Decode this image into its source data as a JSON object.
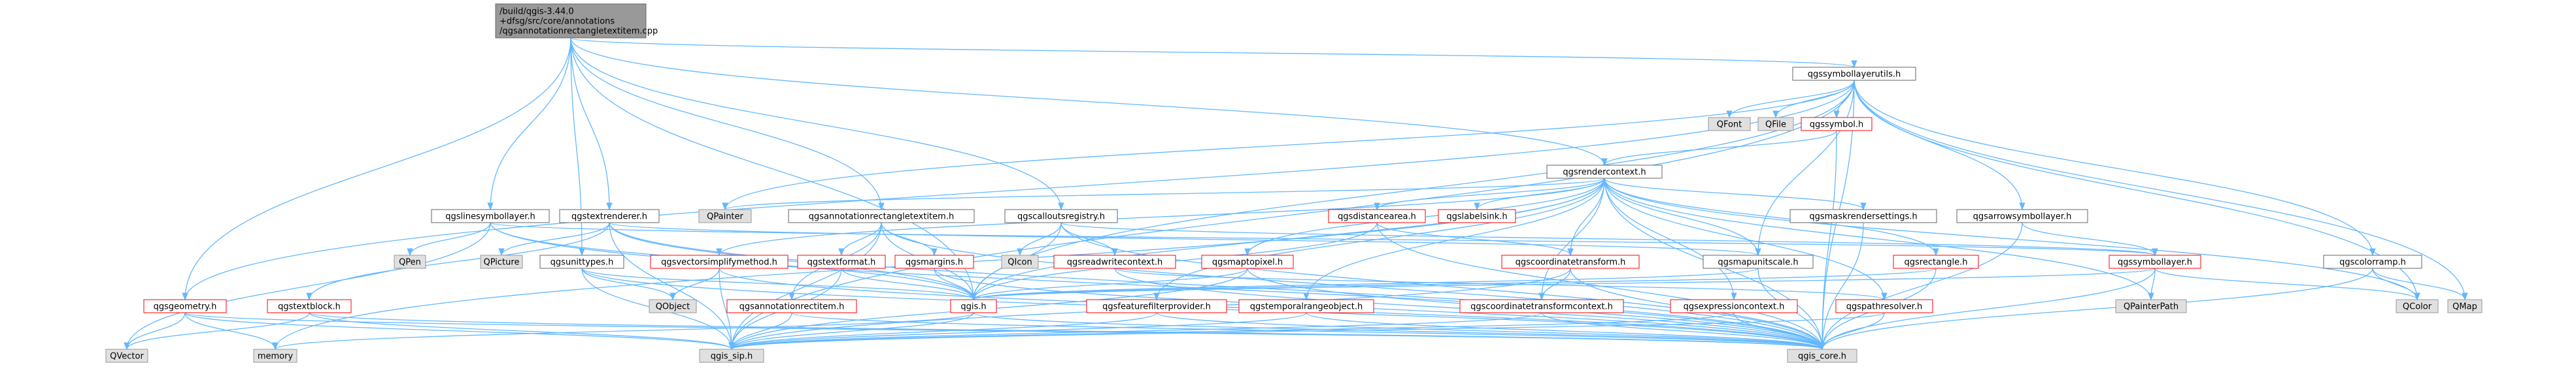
{
  "colors": {
    "edge": "#63b8ff",
    "root_fill": "#999999",
    "root_border": "#666666",
    "doc_fill": "#ffffff",
    "doc_border": "#666666",
    "undoc_fill": "#ffffff",
    "undoc_border": "#ff0000",
    "ext_fill": "#e0e0e0",
    "ext_border": "#999999",
    "text": "#000000"
  },
  "nodes": [
    {
      "id": "root",
      "type": "root",
      "lines": [
        "/build/qgis-3.44.0",
        "+dfsg/src/core/annotations",
        "/qgsannotationrectangletextitem.cpp"
      ]
    },
    {
      "id": "symbollayerutils",
      "type": "doc",
      "lines": [
        "qgssymbollayerutils.h"
      ]
    },
    {
      "id": "QFont",
      "type": "ext",
      "lines": [
        "QFont"
      ]
    },
    {
      "id": "QFile",
      "type": "ext",
      "lines": [
        "QFile"
      ]
    },
    {
      "id": "symbol",
      "type": "undoc",
      "lines": [
        "qgssymbol.h"
      ]
    },
    {
      "id": "rendercontext",
      "type": "doc",
      "lines": [
        "qgsrendercontext.h"
      ]
    },
    {
      "id": "QPainter",
      "type": "ext",
      "lines": [
        "QPainter"
      ]
    },
    {
      "id": "linesymbollayer",
      "type": "doc",
      "lines": [
        "qgslinesymbollayer.h"
      ]
    },
    {
      "id": "textrenderer",
      "type": "doc",
      "lines": [
        "qgstextrenderer.h"
      ]
    },
    {
      "id": "annotrecttextitem",
      "type": "doc",
      "lines": [
        "qgsannotationrectangletextitem.h"
      ]
    },
    {
      "id": "calloutsregistry",
      "type": "doc",
      "lines": [
        "qgscalloutsregistry.h"
      ]
    },
    {
      "id": "distancearea",
      "type": "undoc",
      "lines": [
        "qgsdistancearea.h"
      ]
    },
    {
      "id": "labelsink",
      "type": "undoc",
      "lines": [
        "qgslabelsink.h"
      ]
    },
    {
      "id": "maskrendersettings",
      "type": "doc",
      "lines": [
        "qgsmaskrendersettings.h"
      ]
    },
    {
      "id": "arrowsymbollayer",
      "type": "doc",
      "lines": [
        "qgsarrowsymbollayer.h"
      ]
    },
    {
      "id": "QPen",
      "type": "ext",
      "lines": [
        "QPen"
      ]
    },
    {
      "id": "QPicture",
      "type": "ext",
      "lines": [
        "QPicture"
      ]
    },
    {
      "id": "unittypes",
      "type": "doc",
      "lines": [
        "qgsunittypes.h"
      ]
    },
    {
      "id": "vectorsimplify",
      "type": "undoc",
      "lines": [
        "qgsvectorsimplifymethod.h"
      ]
    },
    {
      "id": "textformat",
      "type": "undoc",
      "lines": [
        "qgstextformat.h"
      ]
    },
    {
      "id": "margins",
      "type": "undoc",
      "lines": [
        "qgsmargins.h"
      ]
    },
    {
      "id": "QIcon",
      "type": "ext",
      "lines": [
        "QIcon"
      ]
    },
    {
      "id": "readwritecontext",
      "type": "undoc",
      "lines": [
        "qgsreadwritecontext.h"
      ]
    },
    {
      "id": "maptopixel",
      "type": "undoc",
      "lines": [
        "qgsmaptopixel.h"
      ]
    },
    {
      "id": "coordtransform",
      "type": "undoc",
      "lines": [
        "qgscoordinatetransform.h"
      ]
    },
    {
      "id": "mapunitscale",
      "type": "doc",
      "lines": [
        "qgsmapunitscale.h"
      ]
    },
    {
      "id": "rectangle",
      "type": "undoc",
      "lines": [
        "qgsrectangle.h"
      ]
    },
    {
      "id": "symbollayer",
      "type": "undoc",
      "lines": [
        "qgssymbollayer.h"
      ]
    },
    {
      "id": "colorramp",
      "type": "doc",
      "lines": [
        "qgscolorramp.h"
      ]
    },
    {
      "id": "geometry",
      "type": "undoc",
      "lines": [
        "qgsgeometry.h"
      ]
    },
    {
      "id": "textblock",
      "type": "undoc",
      "lines": [
        "qgstextblock.h"
      ]
    },
    {
      "id": "QObject",
      "type": "ext",
      "lines": [
        "QObject"
      ]
    },
    {
      "id": "annotrectitem",
      "type": "undoc",
      "lines": [
        "qgsannotationrectitem.h"
      ]
    },
    {
      "id": "qgis",
      "type": "undoc",
      "lines": [
        "qgis.h"
      ]
    },
    {
      "id": "featurefilter",
      "type": "undoc",
      "lines": [
        "qgsfeaturefilterprovider.h"
      ]
    },
    {
      "id": "temporalrange",
      "type": "undoc",
      "lines": [
        "qgstemporalrangeobject.h"
      ]
    },
    {
      "id": "coordtransformctx",
      "type": "undoc",
      "lines": [
        "qgscoordinatetransformcontext.h"
      ]
    },
    {
      "id": "exprcontext",
      "type": "undoc",
      "lines": [
        "qgsexpressioncontext.h"
      ]
    },
    {
      "id": "pathresolver",
      "type": "undoc",
      "lines": [
        "qgspathresolver.h"
      ]
    },
    {
      "id": "QPainterPath",
      "type": "ext",
      "lines": [
        "QPainterPath"
      ]
    },
    {
      "id": "QColor",
      "type": "ext",
      "lines": [
        "QColor"
      ]
    },
    {
      "id": "QMap",
      "type": "ext",
      "lines": [
        "QMap"
      ]
    },
    {
      "id": "QVector",
      "type": "ext",
      "lines": [
        "QVector"
      ]
    },
    {
      "id": "memory",
      "type": "ext",
      "lines": [
        "memory"
      ]
    },
    {
      "id": "qgis_sip",
      "type": "ext",
      "lines": [
        "qgis_sip.h"
      ]
    },
    {
      "id": "qgis_core",
      "type": "ext",
      "lines": [
        "qgis_core.h"
      ]
    }
  ],
  "edges": [
    [
      "root",
      "symbollayerutils"
    ],
    [
      "root",
      "rendercontext"
    ],
    [
      "root",
      "linesymbollayer"
    ],
    [
      "root",
      "textrenderer"
    ],
    [
      "root",
      "annotrecttextitem"
    ],
    [
      "root",
      "calloutsregistry"
    ],
    [
      "root",
      "unittypes"
    ],
    [
      "root",
      "geometry"
    ],
    [
      "root",
      "qgis"
    ],
    [
      "symbollayerutils",
      "QFont"
    ],
    [
      "symbollayerutils",
      "QFile"
    ],
    [
      "symbollayerutils",
      "symbol"
    ],
    [
      "symbollayerutils",
      "QPainter"
    ],
    [
      "symbollayerutils",
      "arrowsymbollayer"
    ],
    [
      "symbollayerutils",
      "colorramp"
    ],
    [
      "symbollayerutils",
      "mapunitscale"
    ],
    [
      "symbollayerutils",
      "QColor"
    ],
    [
      "symbollayerutils",
      "QMap"
    ],
    [
      "symbollayerutils",
      "qgis_core"
    ],
    [
      "symbollayerutils",
      "qgis_sip"
    ],
    [
      "symbollayerutils",
      "geometry"
    ],
    [
      "symbollayerutils",
      "qgis"
    ],
    [
      "symbol",
      "rendercontext"
    ],
    [
      "symbol",
      "qgis_core"
    ],
    [
      "rendercontext",
      "QPainter"
    ],
    [
      "rendercontext",
      "distancearea"
    ],
    [
      "rendercontext",
      "labelsink"
    ],
    [
      "rendercontext",
      "maskrendersettings"
    ],
    [
      "rendercontext",
      "vectorsimplify"
    ],
    [
      "rendercontext",
      "maptopixel"
    ],
    [
      "rendercontext",
      "coordtransform"
    ],
    [
      "rendercontext",
      "mapunitscale"
    ],
    [
      "rendercontext",
      "rectangle"
    ],
    [
      "rendercontext",
      "featurefilter"
    ],
    [
      "rendercontext",
      "temporalrange"
    ],
    [
      "rendercontext",
      "exprcontext"
    ],
    [
      "rendercontext",
      "pathresolver"
    ],
    [
      "rendercontext",
      "QPainterPath"
    ],
    [
      "rendercontext",
      "QColor"
    ],
    [
      "rendercontext",
      "qgis"
    ],
    [
      "rendercontext",
      "qgis_core"
    ],
    [
      "rendercontext",
      "coordtransformctx"
    ],
    [
      "rendercontext",
      "memory"
    ],
    [
      "linesymbollayer",
      "QPen"
    ],
    [
      "linesymbollayer",
      "QVector"
    ],
    [
      "linesymbollayer",
      "symbollayer"
    ],
    [
      "linesymbollayer",
      "qgis_core"
    ],
    [
      "linesymbollayer",
      "qgis"
    ],
    [
      "textrenderer",
      "QPicture"
    ],
    [
      "textrenderer",
      "textblock"
    ],
    [
      "textrenderer",
      "qgis"
    ],
    [
      "textrenderer",
      "qgis_core"
    ],
    [
      "textrenderer",
      "qgis_sip"
    ],
    [
      "textrenderer",
      "mapunitscale"
    ],
    [
      "annotrecttextitem",
      "textformat"
    ],
    [
      "annotrecttextitem",
      "margins"
    ],
    [
      "annotrecttextitem",
      "annotrectitem"
    ],
    [
      "annotrecttextitem",
      "qgis_core"
    ],
    [
      "annotrecttextitem",
      "qgis_sip"
    ],
    [
      "annotrecttextitem",
      "qgis"
    ],
    [
      "calloutsregistry",
      "QIcon"
    ],
    [
      "calloutsregistry",
      "readwritecontext"
    ],
    [
      "calloutsregistry",
      "qgis_core"
    ],
    [
      "calloutsregistry",
      "qgis"
    ],
    [
      "calloutsregistry",
      "symbollayer"
    ],
    [
      "distancearea",
      "qgis"
    ],
    [
      "distancearea",
      "coordtransform"
    ],
    [
      "distancearea",
      "qgis_core"
    ],
    [
      "maskrendersettings",
      "qgis_core"
    ],
    [
      "arrowsymbollayer",
      "symbollayer"
    ],
    [
      "arrowsymbollayer",
      "qgis_core"
    ],
    [
      "unittypes",
      "QObject"
    ],
    [
      "unittypes",
      "qgis"
    ],
    [
      "unittypes",
      "qgis_core"
    ],
    [
      "unittypes",
      "qgis_sip"
    ],
    [
      "vectorsimplify",
      "qgis_core"
    ],
    [
      "vectorsimplify",
      "qgis_sip"
    ],
    [
      "vectorsimplify",
      "QObject"
    ],
    [
      "textformat",
      "qgis"
    ],
    [
      "textformat",
      "qgis_sip"
    ],
    [
      "margins",
      "qgis"
    ],
    [
      "margins",
      "qgis_core"
    ],
    [
      "readwritecontext",
      "pathresolver"
    ],
    [
      "readwritecontext",
      "qgis_core"
    ],
    [
      "maptopixel",
      "qgis"
    ],
    [
      "maptopixel",
      "qgis_core"
    ],
    [
      "maptopixel",
      "qgis_sip"
    ],
    [
      "coordtransform",
      "coordtransformctx"
    ],
    [
      "coordtransform",
      "qgis_core"
    ],
    [
      "coordtransform",
      "qgis_sip"
    ],
    [
      "mapunitscale",
      "qgis_core"
    ],
    [
      "mapunitscale",
      "qgis"
    ],
    [
      "rectangle",
      "qgis"
    ],
    [
      "rectangle",
      "qgis_core"
    ],
    [
      "symbollayer",
      "QPainterPath"
    ],
    [
      "symbollayer",
      "QColor"
    ],
    [
      "symbollayer",
      "qgis_core"
    ],
    [
      "symbollayer",
      "qgis"
    ],
    [
      "colorramp",
      "QColor"
    ],
    [
      "colorramp",
      "QMap"
    ],
    [
      "colorramp",
      "qgis_core"
    ],
    [
      "geometry",
      "QVector"
    ],
    [
      "geometry",
      "memory"
    ],
    [
      "geometry",
      "qgis_core"
    ],
    [
      "geometry",
      "qgis_sip"
    ],
    [
      "textblock",
      "QVector"
    ],
    [
      "textblock",
      "qgis_core"
    ],
    [
      "textblock",
      "qgis_sip"
    ],
    [
      "annotrectitem",
      "qgis_core"
    ],
    [
      "annotrectitem",
      "qgis_sip"
    ],
    [
      "qgis",
      "qgis_sip"
    ],
    [
      "qgis",
      "qgis_core"
    ],
    [
      "qgis",
      "memory"
    ],
    [
      "featurefilter",
      "qgis_core"
    ],
    [
      "featurefilter",
      "qgis_sip"
    ],
    [
      "temporalrange",
      "qgis_core"
    ],
    [
      "temporalrange",
      "qgis_sip"
    ],
    [
      "coordtransformctx",
      "qgis_core"
    ],
    [
      "coordtransformctx",
      "qgis_sip"
    ],
    [
      "exprcontext",
      "qgis_core"
    ],
    [
      "exprcontext",
      "qgis_sip"
    ],
    [
      "pathresolver",
      "qgis_core"
    ],
    [
      "pathresolver",
      "qgis_sip"
    ]
  ]
}
